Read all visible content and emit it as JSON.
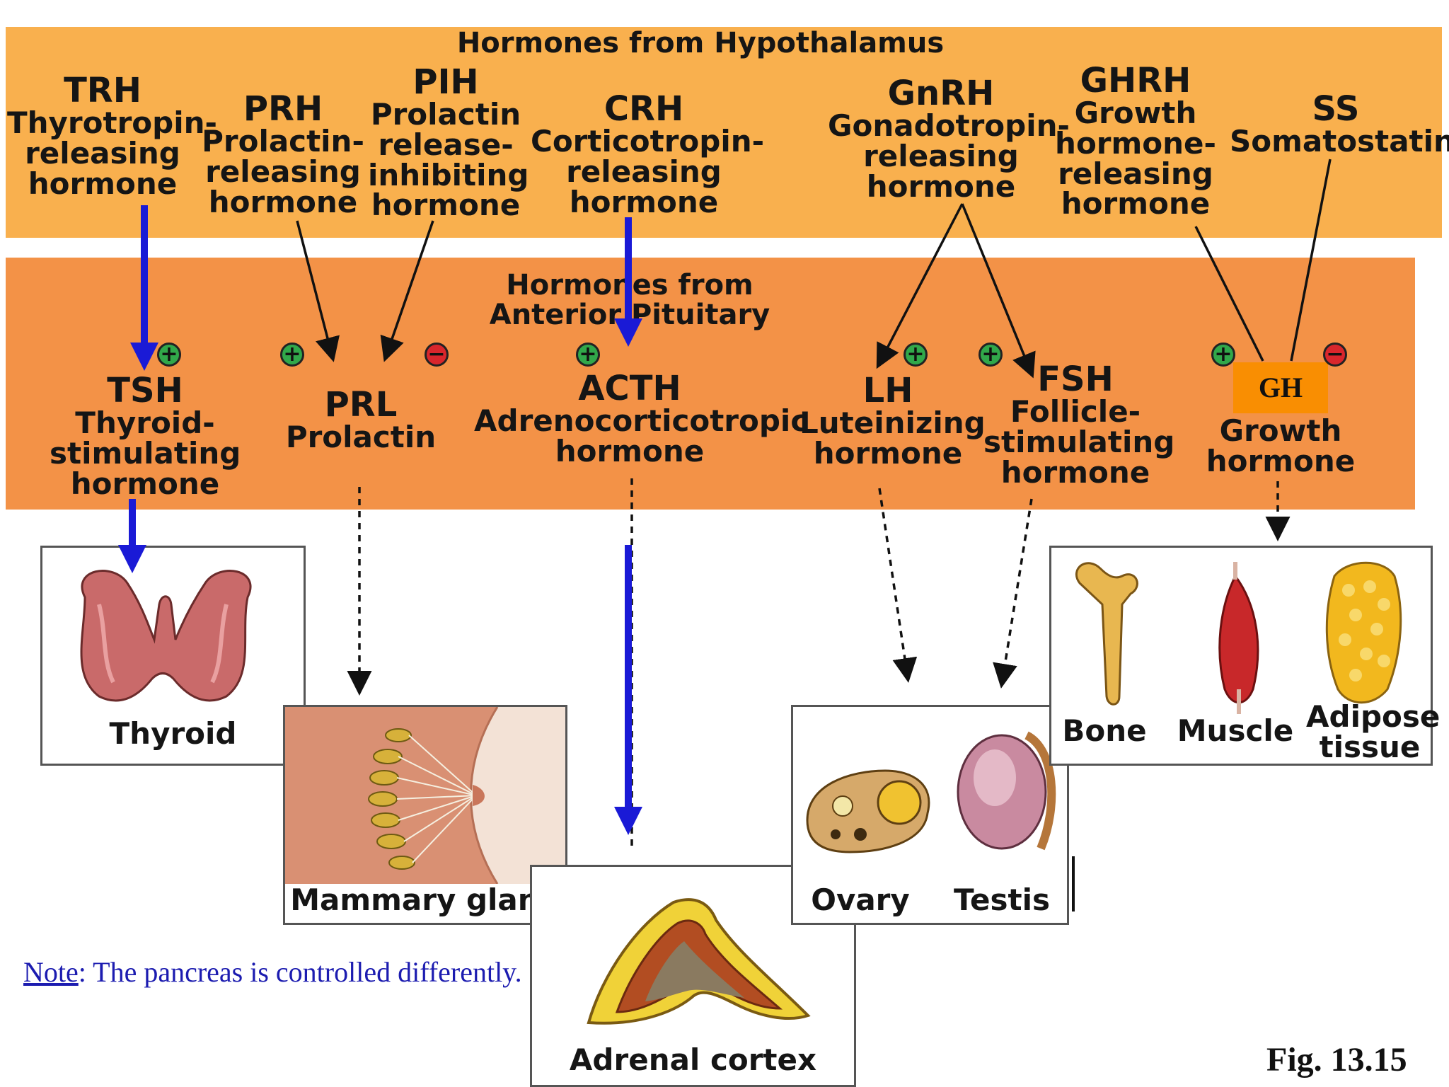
{
  "hypothalamus": {
    "title": "Hormones from Hypothalamus",
    "hormones": [
      {
        "abbr": "TRH",
        "full": "Thyrotropin-\nreleasing\nhormone"
      },
      {
        "abbr": "PRH",
        "full": "Prolactin-\nreleasing\nhormone"
      },
      {
        "abbr": "PIH",
        "full": "Prolactin\nrelease-\ninhibiting\nhormone"
      },
      {
        "abbr": "CRH",
        "full": "Corticotropin-\nreleasing\nhormone"
      },
      {
        "abbr": "GnRH",
        "full": "Gonadotropin-\nreleasing\nhormone"
      },
      {
        "abbr": "GHRH",
        "full": "Growth\nhormone-\nreleasing\nhormone"
      },
      {
        "abbr": "SS",
        "full": "Somatostatin"
      }
    ]
  },
  "pituitary": {
    "title": "Hormones from\nAnterior Pituitary",
    "hormones": [
      {
        "abbr": "TSH",
        "full": "Thyroid-\nstimulating\nhormone"
      },
      {
        "abbr": "PRL",
        "full": "Prolactin"
      },
      {
        "abbr": "ACTH",
        "full": "Adrenocorticotropic\nhormone"
      },
      {
        "abbr": "LH",
        "full": "Luteinizing\nhormone"
      },
      {
        "abbr": "FSH",
        "full": "Follicle-\nstimulating\nhormone"
      },
      {
        "abbr": "",
        "full": "Growth\nhormone"
      }
    ],
    "gh_label": "GH"
  },
  "signs": {
    "plus": "+",
    "minus": "−"
  },
  "targets": {
    "thyroid": "Thyroid",
    "mammary": "Mammary gland",
    "adrenal": "Adrenal cortex",
    "ovary": "Ovary",
    "testis": "Testis",
    "bone": "Bone",
    "muscle": "Muscle",
    "adipose": "Adipose\ntissue"
  },
  "note": {
    "prefix": "Note",
    "text": ": The pancreas is controlled differently."
  },
  "figure_label": "Fig. 13.15",
  "colors": {
    "hypothalamus_band": "#f9b04e",
    "pituitary_band": "#f39247",
    "highlight_arrow": "#1a1ad6",
    "stimulate": "#31a84a",
    "inhibit": "#d9262c"
  }
}
